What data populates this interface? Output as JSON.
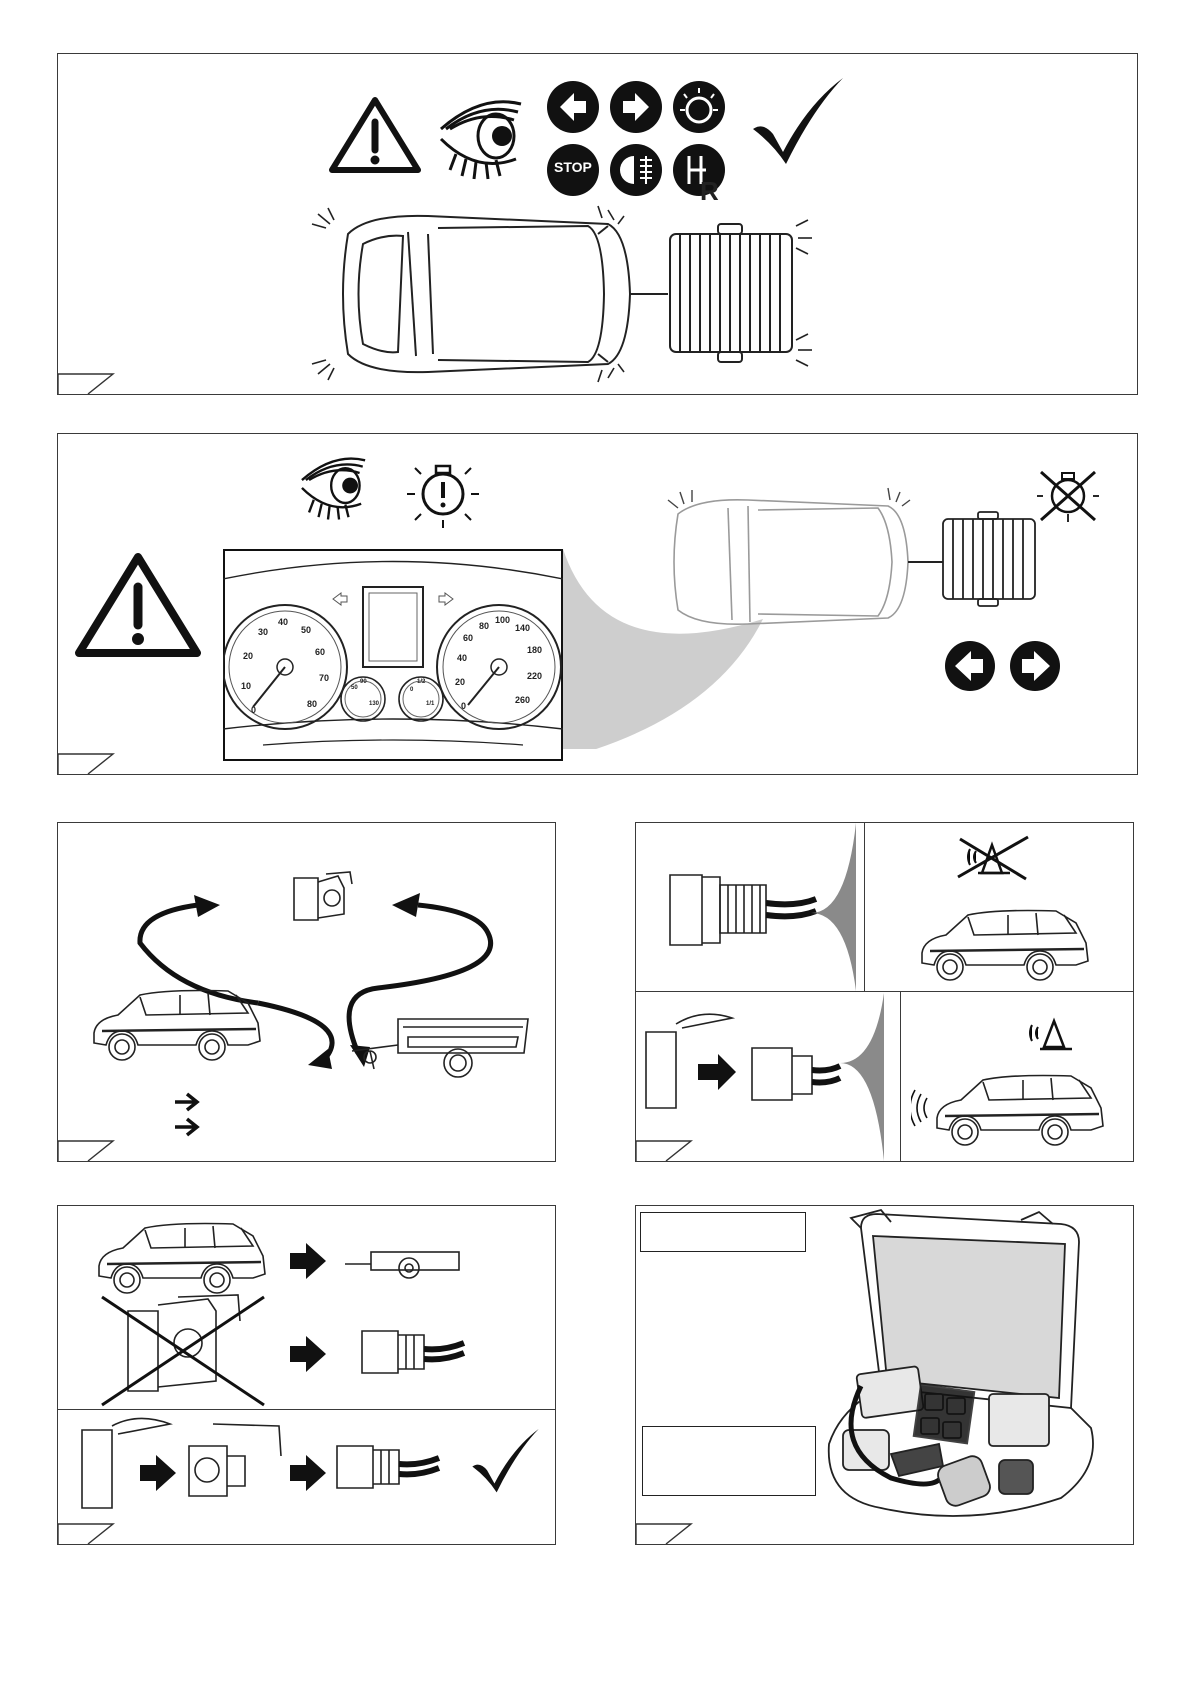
{
  "page": {
    "width": 1191,
    "height": 1683
  },
  "panels": [
    {
      "id": "panel-1",
      "topic": "pre-drive lamp check",
      "icons": [
        "warning-triangle-icon",
        "eye-icon",
        "left-indicator-icon",
        "right-indicator-icon",
        "tail-lamp-icon",
        "stop-lamp-icon",
        "fog-lamp-icon",
        "reverse-gear-icon",
        "checkmark-icon"
      ],
      "stop_text": "STOP",
      "reverse_letter": "R"
    },
    {
      "id": "panel-2",
      "topic": "dashboard indicator check",
      "icons": [
        "warning-triangle-icon",
        "eye-icon",
        "lamp-warning-icon",
        "lamp-failure-icon",
        "left-indicator-icon",
        "right-indicator-icon"
      ],
      "speedo_ticks": [
        "0",
        "10",
        "20",
        "30",
        "40",
        "50",
        "60",
        "70",
        "80"
      ],
      "tacho_ticks": [
        "0",
        "20",
        "40",
        "60",
        "80",
        "100",
        "140",
        "180",
        "220",
        "260"
      ],
      "gauge_small_1": [
        "50",
        "90",
        "130"
      ],
      "gauge_small_2": [
        "0",
        "1/2",
        "1/1"
      ]
    },
    {
      "id": "panel-3",
      "topic": "socket swap between vehicle and trailer",
      "icons": [
        "socket-icon",
        "arrow-right-icon",
        "arrow-right-icon"
      ]
    },
    {
      "id": "panel-4",
      "topic": "parking sensor behaviour",
      "icons": [
        "parking-sensor-off-icon",
        "parking-sensor-on-icon"
      ]
    },
    {
      "id": "panel-5",
      "topic": "adapter use",
      "icons": [
        "cross-icon",
        "arrow-right-icon",
        "checkmark-icon"
      ]
    },
    {
      "id": "panel-6",
      "topic": "adapter kit case",
      "icons": [
        "case-icon"
      ]
    }
  ]
}
